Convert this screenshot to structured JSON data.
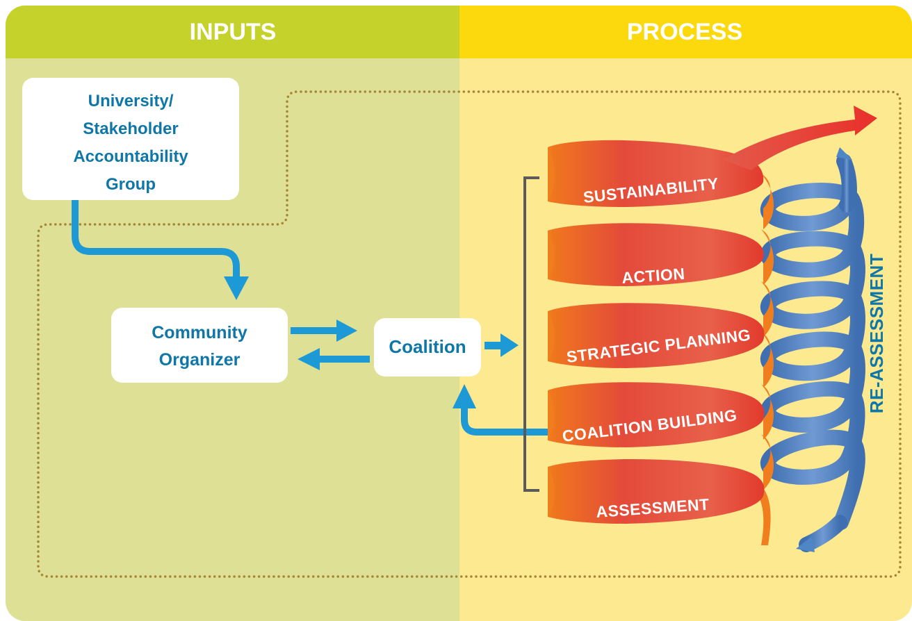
{
  "panels": {
    "inputs_title": "INPUTS",
    "process_title": "PROCESS"
  },
  "boxes": {
    "stakeholder_lines": [
      "University/",
      "Stakeholder",
      "Accountability",
      "Group"
    ],
    "organizer_lines": [
      "Community",
      "Organizer"
    ],
    "coalition": "Coalition"
  },
  "stages": {
    "sustainability": "SUSTAINABILITY",
    "action": "ACTION",
    "strategic_planning": "STRATEGIC PLANNING",
    "coalition_building": "COALITION BUILDING",
    "assessment": "ASSESSMENT"
  },
  "reassessment": "RE-ASSESSMENT",
  "colors": {
    "inputs_header": "#c4d22b",
    "inputs_body": "#dde095",
    "process_header": "#fcd90d",
    "process_body": "#fde98f",
    "arrow_blue": "#1d9ad6",
    "text_blue": "#0f77a7",
    "ribbon_red": "#e33a3c",
    "ribbon_orange": "#f07e1e",
    "coil_blue": "#4e86c6",
    "dots": "#a68636"
  }
}
